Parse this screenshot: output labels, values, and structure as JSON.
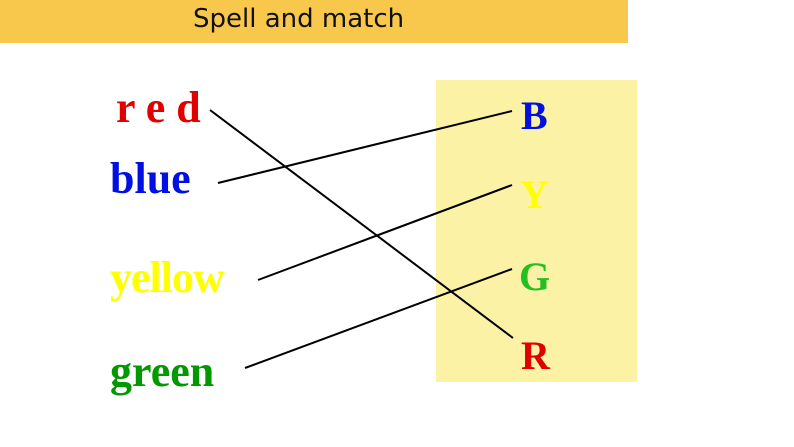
{
  "title": "Spell and match",
  "words": [
    {
      "text": "r e d",
      "color": "#e00000"
    },
    {
      "text": "blue",
      "color": "#0010e0"
    },
    {
      "text": "yellow",
      "color": "#ffff00"
    },
    {
      "text": "green",
      "color": "#009a00"
    }
  ],
  "letters": [
    {
      "text": "B",
      "color": "#0010e0"
    },
    {
      "text": "Y",
      "color": "#ffff00"
    },
    {
      "text": "G",
      "color": "#22c022"
    },
    {
      "text": "R",
      "color": "#e00000"
    }
  ],
  "colors": {
    "title_bar": "#f7c84b",
    "letter_panel": "#fcf2a6",
    "match_line": "#000000"
  },
  "matches": [
    {
      "word": "r e d",
      "letter": "R"
    },
    {
      "word": "blue",
      "letter": "B"
    },
    {
      "word": "yellow",
      "letter": "Y"
    },
    {
      "word": "green",
      "letter": "G"
    }
  ]
}
